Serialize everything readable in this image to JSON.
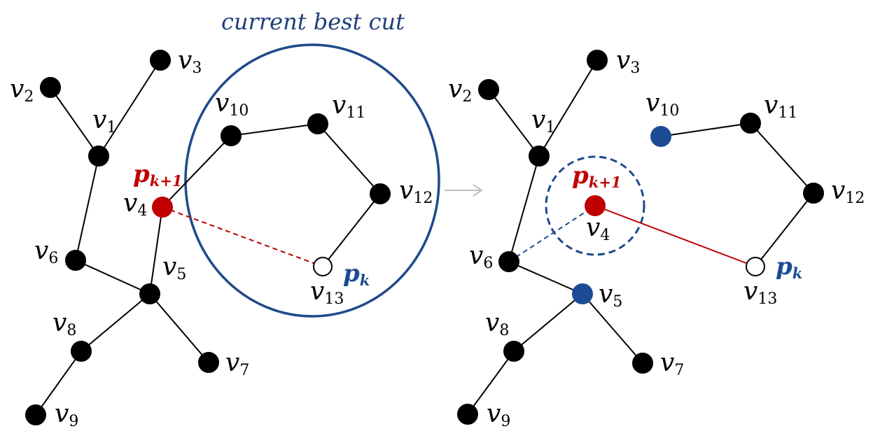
{
  "title": "current best cut",
  "vertex_prefix": "v",
  "pk_label": {
    "base": "p",
    "sub": "k"
  },
  "pk1_label": {
    "base": "p",
    "sub": "k+1"
  },
  "colors": {
    "node": "#000000",
    "title": "#1f3f7a",
    "circle": "#1f4a8a",
    "blue_node": "#1c4b93",
    "red": "#c00000",
    "arrow": "#bfbfbf"
  },
  "left": {
    "vertices": [
      "2",
      "3",
      "1",
      "10",
      "11",
      "12",
      "4",
      "6",
      "5",
      "13",
      "8",
      "7",
      "9"
    ]
  },
  "right": {
    "vertices": [
      "2",
      "3",
      "1",
      "10",
      "11",
      "12",
      "4",
      "6",
      "5",
      "13",
      "8",
      "7",
      "9"
    ]
  }
}
